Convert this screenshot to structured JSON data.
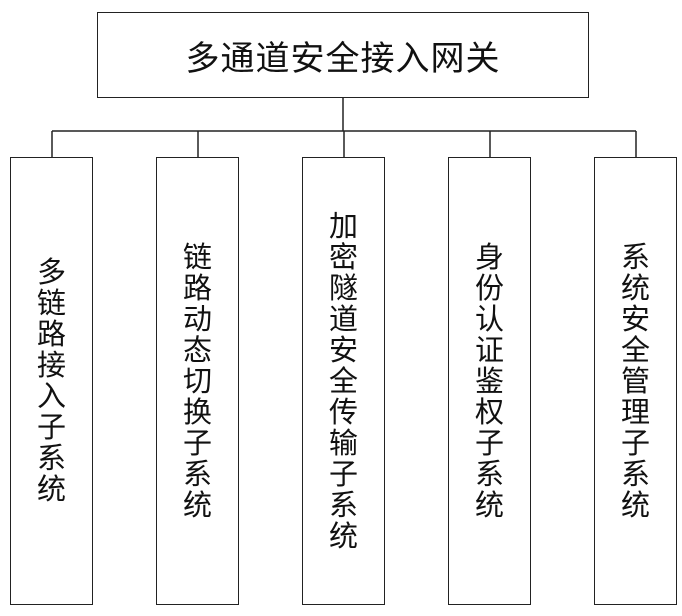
{
  "root": {
    "label": "多通道安全接入网关"
  },
  "children": [
    {
      "label": "多链路接入子系统"
    },
    {
      "label": "链路动态切换子系统"
    },
    {
      "label": "加密隧道安全传输子系统"
    },
    {
      "label": "身份认证鉴权子系统"
    },
    {
      "label": "系统安全管理子系统"
    }
  ]
}
